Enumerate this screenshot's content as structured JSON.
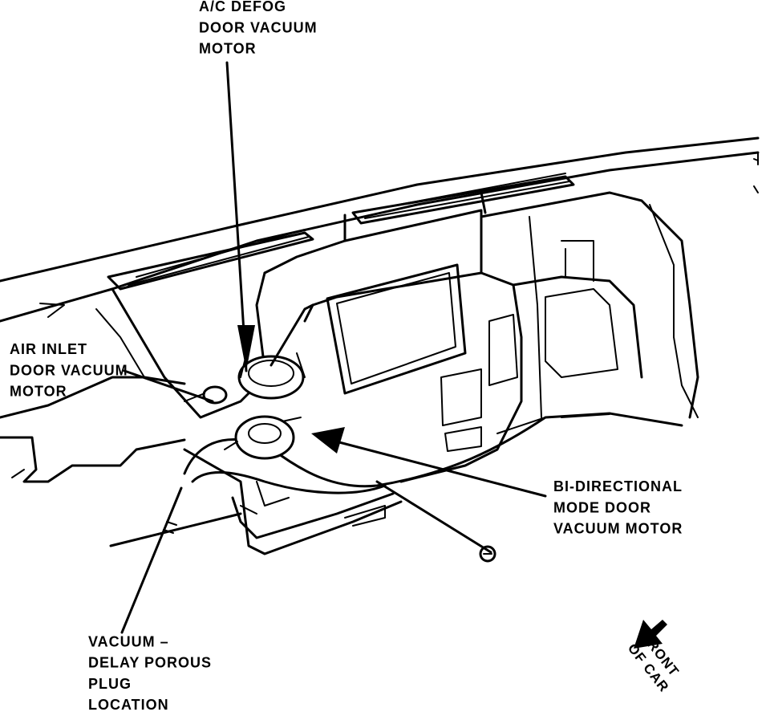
{
  "labels": {
    "ac_defog": [
      "A/C DEFOG",
      "DOOR VACUUM",
      "MOTOR"
    ],
    "air_inlet": [
      "AIR INLET",
      "DOOR VACUUM",
      "MOTOR"
    ],
    "bi_directional": [
      "BI-DIRECTIONAL",
      "MODE DOOR",
      "VACUUM MOTOR"
    ],
    "vacuum_delay": [
      "VACUUM –",
      "DELAY POROUS",
      "PLUG",
      "LOCATION"
    ],
    "front_of_car": [
      "FRONT",
      "OF CAR"
    ]
  }
}
